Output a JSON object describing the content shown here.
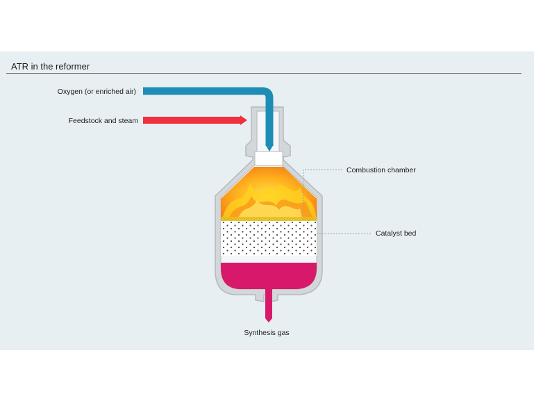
{
  "title": "ATR in the reformer",
  "labels": {
    "oxygen": "Oxygen (or enriched air)",
    "feedstock": "Feedstock and steam",
    "combustion": "Combustion chamber",
    "catalyst": "Catalyst bed",
    "synthesis": "Synthesis gas"
  },
  "colors": {
    "oxygen_pipe": "#1e8db5",
    "feed_pipe": "#f0303f",
    "flame_orange": "#f39a1c",
    "flame_yellow": "#ffd21f",
    "product_magenta": "#d8196b",
    "vessel_wall": "#c5c9cc",
    "panel_bg": "#e8eff2"
  }
}
